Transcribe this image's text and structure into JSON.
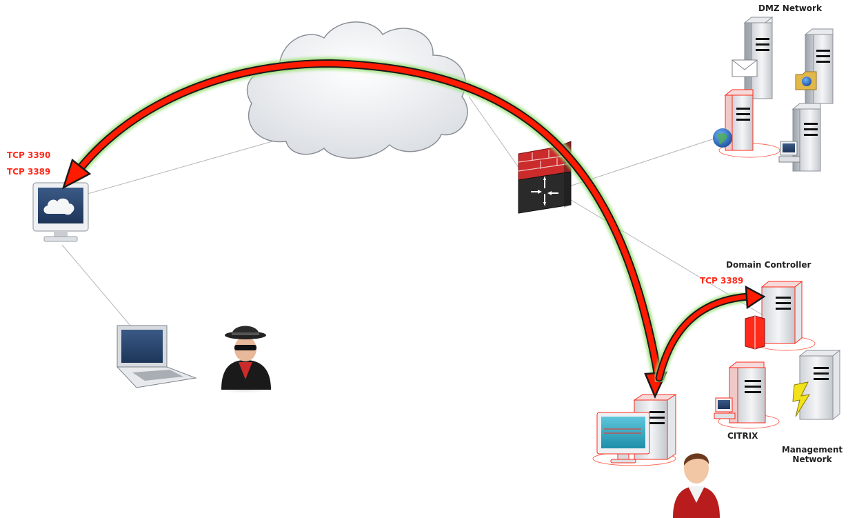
{
  "labels": {
    "dmz_network": "DMZ Network",
    "domain_controller": "Domain Controller",
    "citrix": "CITRIX",
    "management_network": "Management\nNetwork",
    "tcp_3390": "TCP 3390",
    "tcp_3389_left": "TCP 3389",
    "tcp_3389_right": "TCP 3389"
  },
  "icons": {
    "internet": "cloud-icon",
    "jump_host": "monitor-icon",
    "attacker_laptop": "laptop-icon",
    "attacker": "hacker-icon",
    "firewall": "firewall-router-icon",
    "dmz_mail": "mail-server-icon",
    "dmz_file": "file-server-icon",
    "dmz_web": "web-server-icon",
    "dmz_workstation": "workstation-server-icon",
    "domain_controller": "domain-controller-server-icon",
    "citrix": "citrix-server-icon",
    "power_server": "power-server-icon",
    "victim_workstation": "workstation-icon",
    "user": "user-icon"
  },
  "colors": {
    "arrow": "#ff1a00",
    "arrow_outline": "#1a1a1a",
    "arrow_glow": "#9be07a",
    "highlight": "#ff2a1a",
    "link": "#b0b0b0"
  }
}
